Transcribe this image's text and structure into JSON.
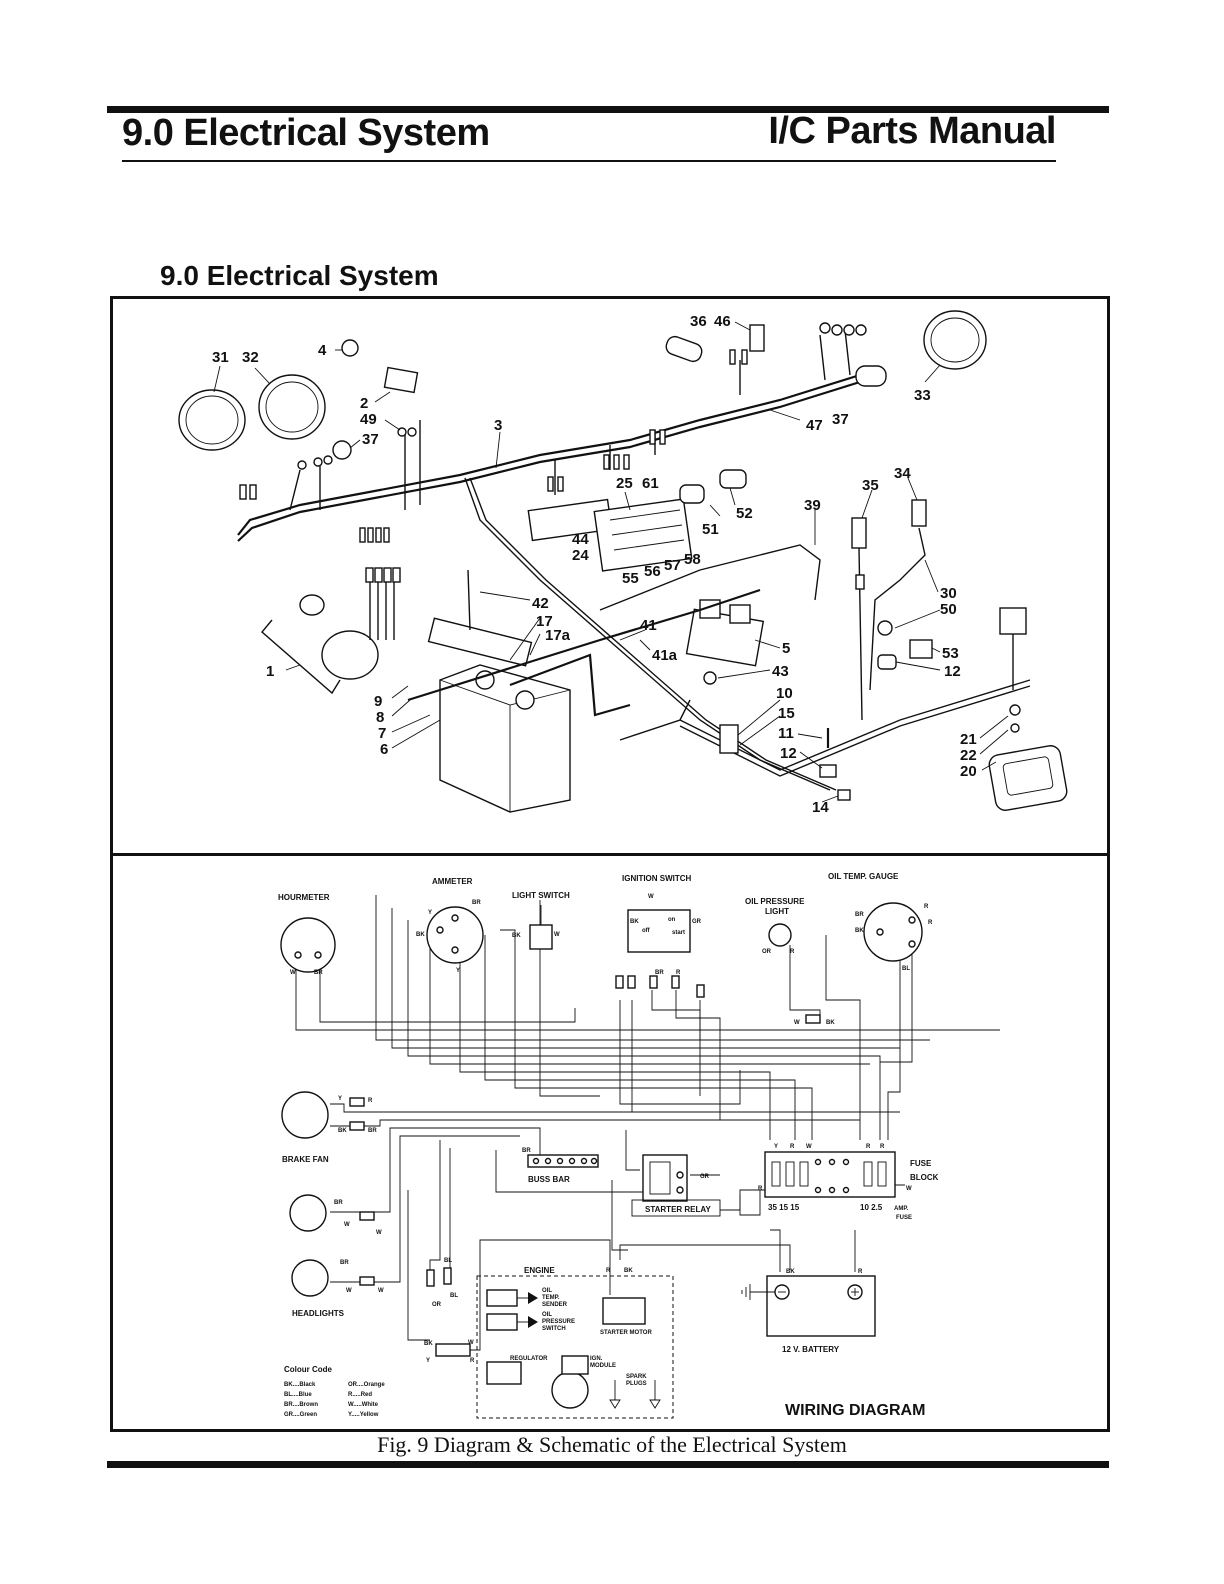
{
  "header": {
    "section": "9.0 Electrical System",
    "manual": "I/C Parts Manual"
  },
  "section_title": "9.0 Electrical System",
  "exploded_view": {
    "callouts": [
      "31",
      "32",
      "4",
      "2",
      "49",
      "37",
      "3",
      "36",
      "46",
      "33",
      "47",
      "37",
      "25",
      "61",
      "52",
      "51",
      "39",
      "35",
      "34",
      "44",
      "24",
      "55",
      "56",
      "57",
      "58",
      "42",
      "17",
      "17a",
      "41",
      "41a",
      "5",
      "43",
      "30",
      "50",
      "53",
      "12",
      "1",
      "9",
      "8",
      "7",
      "6",
      "10",
      "15",
      "11",
      "12",
      "21",
      "22",
      "20",
      "14"
    ]
  },
  "wiring_diagram": {
    "title": "WIRING DIAGRAM",
    "components": {
      "hourmeter": "HOURMETER",
      "ammeter": "AMMETER",
      "light_switch": "LIGHT SWITCH",
      "ignition_switch": "IGNITION SWITCH",
      "oil_pressure_light": "OIL PRESSURE LIGHT",
      "oil_temp_gauge": "OIL TEMP. GAUGE",
      "brake_fan": "BRAKE FAN",
      "buss_bar": "BUSS BAR",
      "starter_relay": "STARTER RELAY",
      "fuse_block": "FUSE BLOCK",
      "headlights": "HEADLIGHTS",
      "engine": "ENGINE",
      "oil_temp_sender": "OIL TEMP. SENDER",
      "oil_pressure_switch": "OIL PRESSURE SWITCH",
      "starter_motor": "STARTER MOTOR",
      "regulator": "REGULATOR",
      "ign_module": "IGN. MODULE",
      "spark_plugs": "SPARK PLUGS",
      "battery": "12 V. BATTERY"
    },
    "switch_positions": [
      "off",
      "on",
      "start"
    ],
    "fuse_ratings": "35 15 15",
    "fuse_ratings_right": "10 2.5",
    "fuse_unit": "AMP. FUSE",
    "colour_code": {
      "title": "Colour Code",
      "entries": [
        {
          "code": "BK",
          "name": "Black"
        },
        {
          "code": "BL",
          "name": "Blue"
        },
        {
          "code": "BR",
          "name": "Brown"
        },
        {
          "code": "GR",
          "name": "Green"
        },
        {
          "code": "OR",
          "name": "Orange"
        },
        {
          "code": "R",
          "name": "Red"
        },
        {
          "code": "W",
          "name": "White"
        },
        {
          "code": "Y",
          "name": "Yellow"
        }
      ]
    }
  },
  "caption": "Fig. 9 Diagram & Schematic of the Electrical System"
}
